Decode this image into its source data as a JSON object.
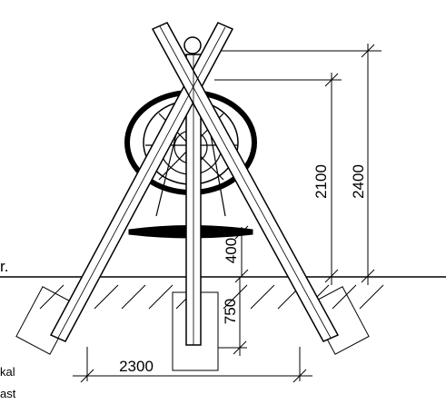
{
  "drawing": {
    "dimensions": {
      "total_height": "2400",
      "beam_height": "2100",
      "seat_height": "400",
      "foundation_depth": "750",
      "base_width": "2300"
    },
    "ground_label": "r.",
    "notes": [
      "kal",
      "ast"
    ]
  }
}
